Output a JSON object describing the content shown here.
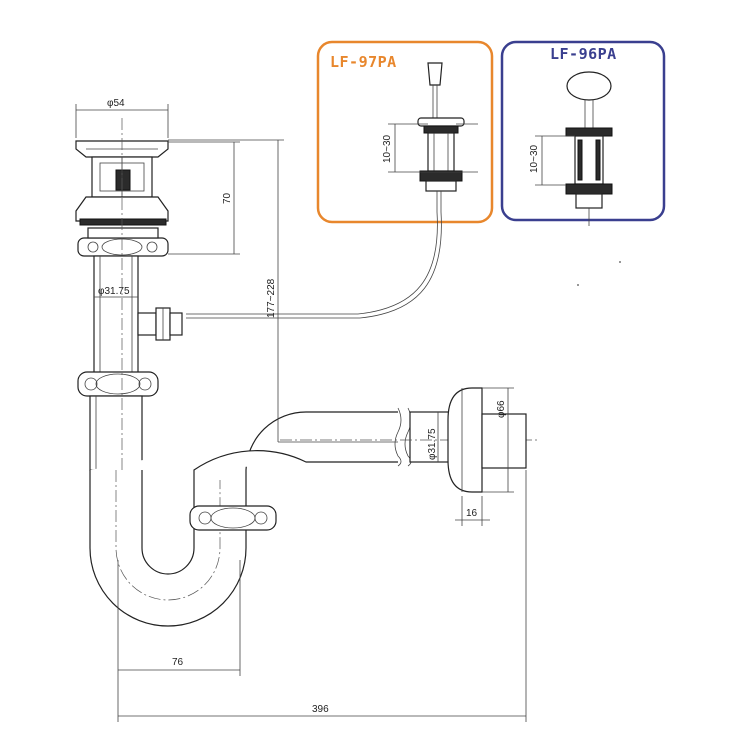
{
  "variants": {
    "left": {
      "title": "LF-97PA",
      "color": "#e8872d",
      "dimension": "10~30"
    },
    "right": {
      "title": "LF-96PA",
      "color": "#3a3f8f",
      "dimension": "10~30"
    }
  },
  "dimensions": {
    "cap_diameter": "φ54",
    "cap_height": "70",
    "tail_diameter": "φ31.75",
    "drop_range": "177~228",
    "outlet_diameter": "φ31.75",
    "flange_diameter": "φ66",
    "flange_depth": "16",
    "trap_width": "76",
    "overall_length": "396"
  }
}
